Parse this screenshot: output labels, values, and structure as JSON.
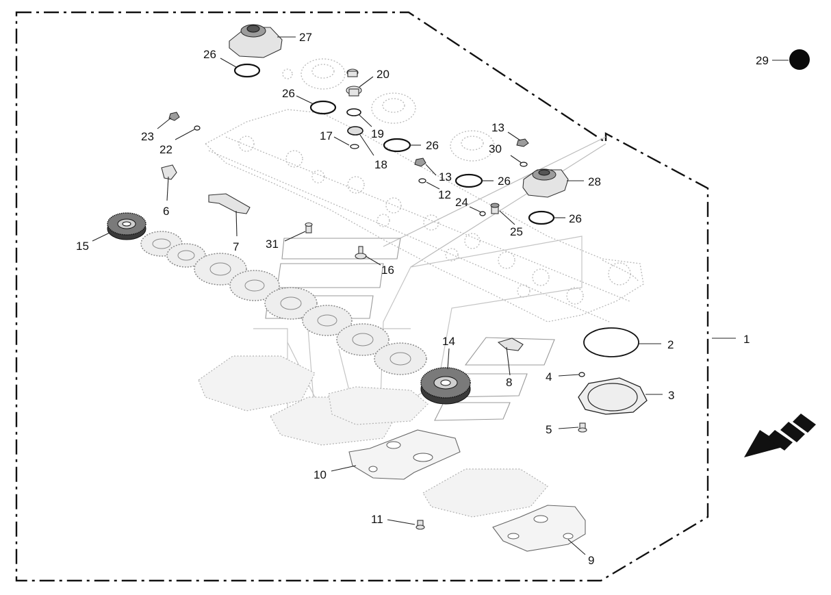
{
  "diagram": {
    "callouts": [
      {
        "id": "1",
        "text": "1"
      },
      {
        "id": "2",
        "text": "2"
      },
      {
        "id": "3",
        "text": "3"
      },
      {
        "id": "4",
        "text": "4"
      },
      {
        "id": "5",
        "text": "5"
      },
      {
        "id": "6",
        "text": "6"
      },
      {
        "id": "7",
        "text": "7"
      },
      {
        "id": "8",
        "text": "8"
      },
      {
        "id": "9",
        "text": "9"
      },
      {
        "id": "10",
        "text": "10"
      },
      {
        "id": "11",
        "text": "11"
      },
      {
        "id": "12",
        "text": "12"
      },
      {
        "id": "13a",
        "text": "13"
      },
      {
        "id": "13b",
        "text": "13"
      },
      {
        "id": "14",
        "text": "14"
      },
      {
        "id": "15",
        "text": "15"
      },
      {
        "id": "16",
        "text": "16"
      },
      {
        "id": "17",
        "text": "17"
      },
      {
        "id": "18",
        "text": "18"
      },
      {
        "id": "19",
        "text": "19"
      },
      {
        "id": "20",
        "text": "20"
      },
      {
        "id": "22",
        "text": "22"
      },
      {
        "id": "23",
        "text": "23"
      },
      {
        "id": "24",
        "text": "24"
      },
      {
        "id": "25",
        "text": "25"
      },
      {
        "id": "26a",
        "text": "26"
      },
      {
        "id": "26b",
        "text": "26"
      },
      {
        "id": "26c",
        "text": "26"
      },
      {
        "id": "26d",
        "text": "26"
      },
      {
        "id": "26e",
        "text": "26"
      },
      {
        "id": "27",
        "text": "27"
      },
      {
        "id": "28",
        "text": "28"
      },
      {
        "id": "29",
        "text": "29"
      },
      {
        "id": "30",
        "text": "30"
      },
      {
        "id": "31",
        "text": "31"
      }
    ]
  },
  "colors": {
    "line": "#111111",
    "ghost": "#b8b8b8",
    "part": "#e4e4e4"
  },
  "icons": {
    "direction": "travel-direction-arrow-icon",
    "marker": "filled-circle-marker-icon"
  }
}
